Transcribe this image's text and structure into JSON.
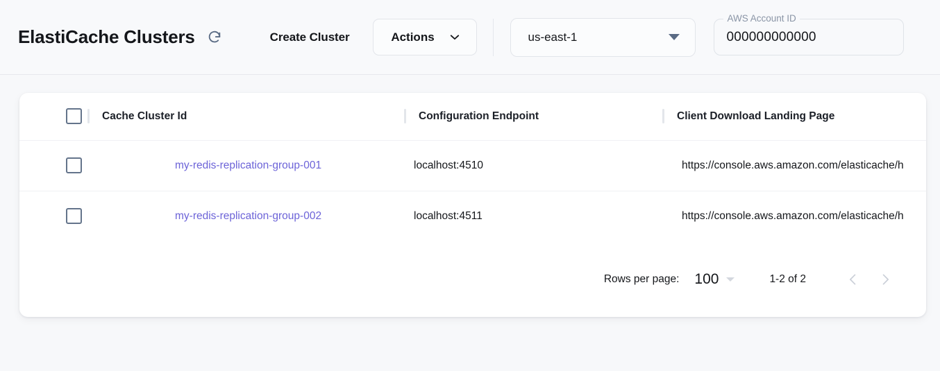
{
  "header": {
    "title": "ElastiCache Clusters",
    "refresh_icon": "refresh-icon",
    "create_cluster_label": "Create Cluster",
    "actions_label": "Actions",
    "actions_chevron_icon": "chevron-down-icon",
    "region": {
      "value": "us-east-1",
      "caret_icon": "triangle-down-icon"
    },
    "account": {
      "label": "AWS Account ID",
      "value": "000000000000"
    }
  },
  "table": {
    "columns": [
      {
        "key": "checkbox",
        "label": ""
      },
      {
        "key": "cluster_id",
        "label": "Cache Cluster Id"
      },
      {
        "key": "configuration_endpoint",
        "label": "Configuration Endpoint"
      },
      {
        "key": "client_download_landing_page",
        "label": "Client Download Landing Page"
      }
    ],
    "rows": [
      {
        "cluster_id": "my-redis-replication-group-001",
        "configuration_endpoint": "localhost:4510",
        "client_download_landing_page": "https://console.aws.amazon.com/elasticache/h"
      },
      {
        "cluster_id": "my-redis-replication-group-002",
        "configuration_endpoint": "localhost:4511",
        "client_download_landing_page": "https://console.aws.amazon.com/elasticache/h"
      }
    ]
  },
  "pagination": {
    "rows_per_page_label": "Rows per page:",
    "rows_per_page_value": "100",
    "range_label": "1-2 of 2",
    "prev_icon": "chevron-left-icon",
    "next_icon": "chevron-right-icon"
  },
  "colors": {
    "link": "#6c63d8",
    "page_background": "#f7f8fa",
    "card_background": "#ffffff",
    "icon_slate": "#5a6b84"
  }
}
